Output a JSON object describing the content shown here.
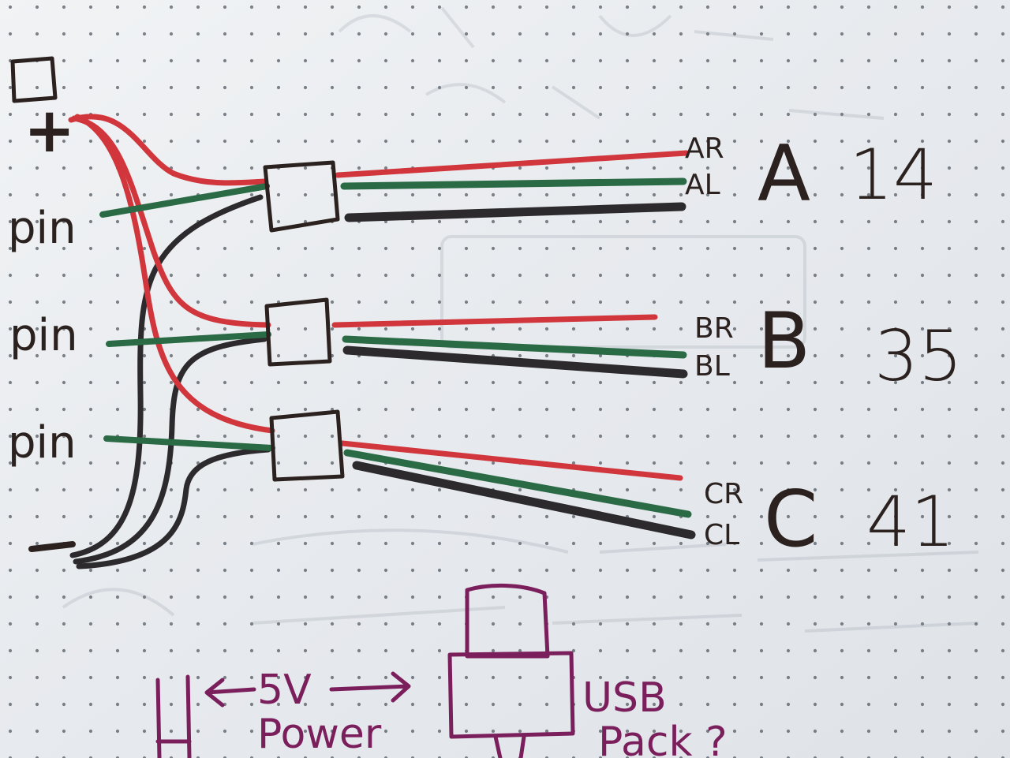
{
  "terminals": {
    "plus": "+",
    "minus": "-"
  },
  "pins": [
    "pin",
    "pin",
    "pin"
  ],
  "channels": [
    {
      "letter": "A",
      "number": "14",
      "red_label": "AR",
      "left_label": "AL"
    },
    {
      "letter": "B",
      "number": "35",
      "red_label": "BR",
      "left_label": "BL"
    },
    {
      "letter": "C",
      "number": "41",
      "red_label": "CR",
      "left_label": "CL"
    }
  ],
  "power": {
    "voltage": "5V",
    "label": "Power",
    "source_line1": "USB",
    "source_line2": "Pack ?"
  },
  "colors": {
    "red_wire": "#d0363c",
    "green_wire": "#2a6a45",
    "black_wire": "#2c2a2c",
    "ink_brown": "#2b211f",
    "ink_purple": "#7a1f5c",
    "paper": "#e9ecef",
    "dot": "#555b63"
  }
}
